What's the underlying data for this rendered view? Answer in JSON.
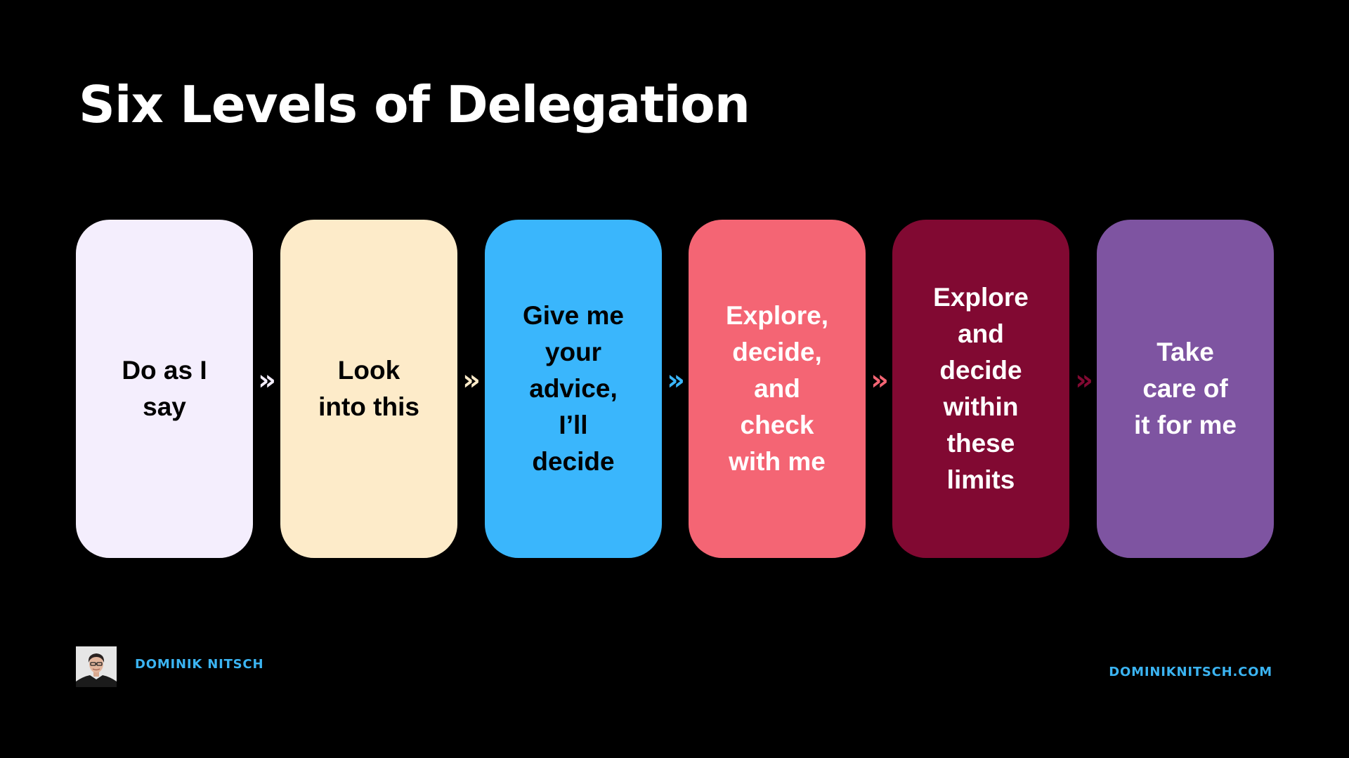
{
  "slide": {
    "title": "Six Levels of Delegation"
  },
  "levels": [
    {
      "label": "Do as I\nsay",
      "bg": "#f4eefd",
      "fg": "#000000"
    },
    {
      "label": "Look\ninto this",
      "bg": "#fdebc9",
      "fg": "#000000"
    },
    {
      "label": "Give me\nyour\nadvice,\nI’ll\ndecide",
      "bg": "#3ab6fc",
      "fg": "#000000"
    },
    {
      "label": "Explore,\ndecide,\nand\ncheck\nwith me",
      "bg": "#f46574",
      "fg": "#ffffff"
    },
    {
      "label": "Explore\nand\ndecide\nwithin\nthese\nlimits",
      "bg": "#810932",
      "fg": "#ffffff"
    },
    {
      "label": "Take\ncare of\nit for me",
      "bg": "#7e54a1",
      "fg": "#ffffff"
    }
  ],
  "arrows": [
    {
      "glyph": "»",
      "color": "#f4eefd"
    },
    {
      "glyph": "»",
      "color": "#fdebc9"
    },
    {
      "glyph": "»",
      "color": "#3ab6fc"
    },
    {
      "glyph": "»",
      "color": "#f46574"
    },
    {
      "glyph": "»",
      "color": "#810932"
    }
  ],
  "footer": {
    "avatar_icon": "person-photo-icon",
    "name": "DOMINIK NITSCH",
    "url": "DOMINIKNITSCH.COM",
    "accent": "#3bb4f2"
  }
}
